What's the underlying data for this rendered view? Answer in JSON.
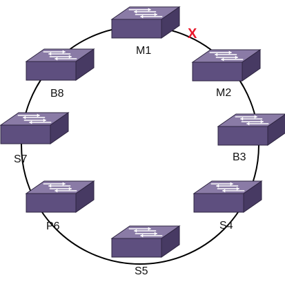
{
  "diagram": {
    "colors": {
      "switch_top": "#8a7ba6",
      "switch_front": "#5e4f7f",
      "switch_side": "#473a63",
      "switch_edge": "#2d2440",
      "arrow": "#ffffff",
      "ring": "#000000",
      "fault": "#e8192c"
    },
    "fault_marker": {
      "label": "X",
      "icon": "broken-link-icon"
    },
    "nodes": [
      {
        "id": "M1",
        "label": "M1",
        "icon": "network-switch-icon"
      },
      {
        "id": "M2",
        "label": "M2",
        "icon": "network-switch-icon"
      },
      {
        "id": "B3",
        "label": "B3",
        "icon": "network-switch-icon"
      },
      {
        "id": "S4",
        "label": "S4",
        "icon": "network-switch-icon"
      },
      {
        "id": "S5",
        "label": "S5",
        "icon": "network-switch-icon"
      },
      {
        "id": "P6",
        "label": "P6",
        "icon": "network-switch-icon"
      },
      {
        "id": "S7",
        "label": "S7",
        "icon": "network-switch-icon"
      },
      {
        "id": "B8",
        "label": "B8",
        "icon": "network-switch-icon"
      }
    ]
  }
}
